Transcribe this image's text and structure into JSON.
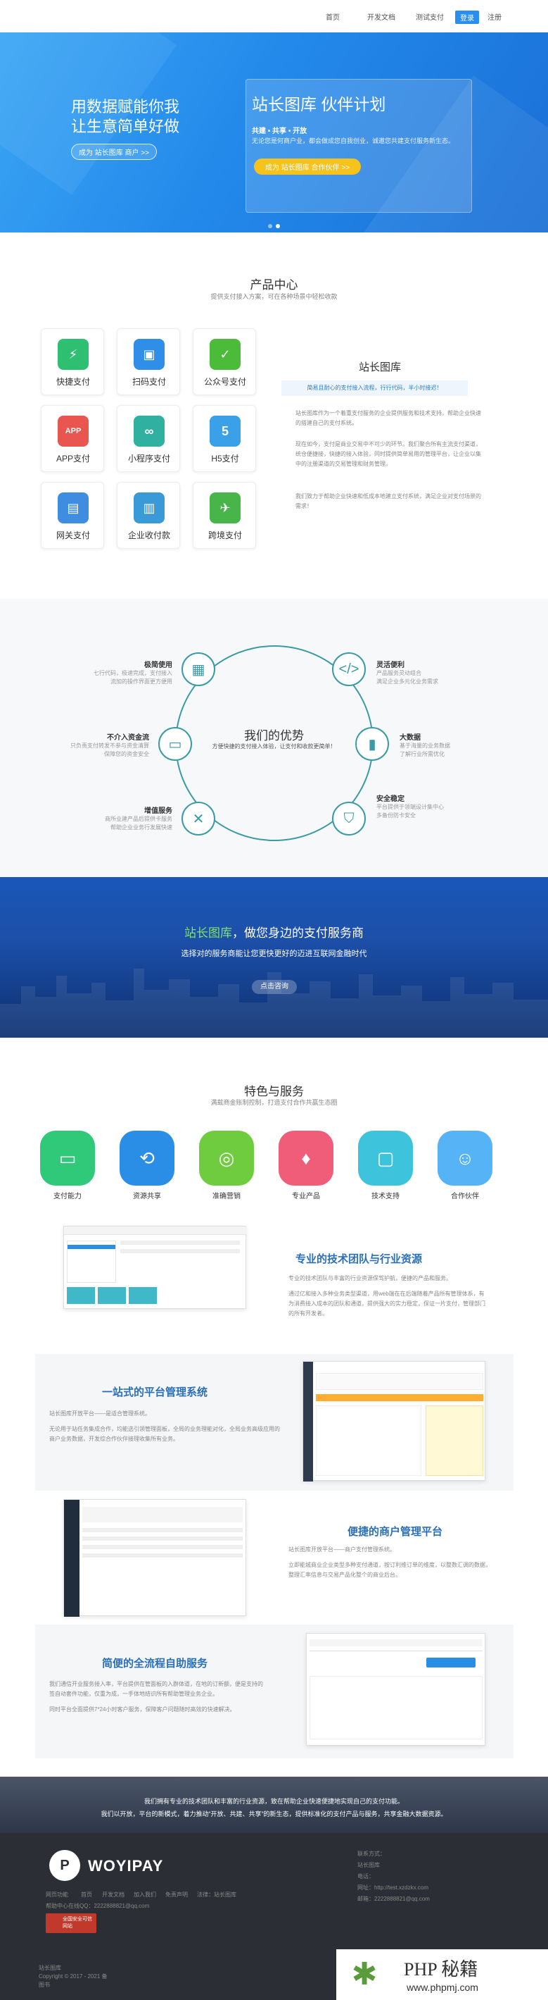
{
  "nav": {
    "items": [
      "首页",
      "开发文档",
      "测试支付"
    ],
    "login": "登录",
    "register": "注册"
  },
  "hero": {
    "headline1": "用数据赋能你我",
    "headline2": "让生意简单好做",
    "btn": "成为 站长图库 商户 >>",
    "card_title": "站长图库 伙伴计划",
    "card_sub": "共建 • 共享 • 开放",
    "card_desc": "无论您是何商户业，都会做成您自我创业，诚邀您共建支付服务新生态。",
    "card_btn": "成为 站长图库 合作伙伴 >>"
  },
  "products": {
    "title": "产品中心",
    "subtitle": "提供支付接入方案，可在各种场景中轻松收款",
    "items": [
      {
        "label": "快捷支付",
        "icon": "lightning-icon",
        "color": "#2fbf71"
      },
      {
        "label": "扫码支付",
        "icon": "scan-icon",
        "color": "#2f8ee8"
      },
      {
        "label": "公众号支付",
        "icon": "wechat-icon",
        "color": "#4cbb3a"
      },
      {
        "label": "APP支付",
        "icon": "app-icon",
        "color": "#e9564f"
      },
      {
        "label": "小程序支付",
        "icon": "miniprogram-icon",
        "color": "#2fb0a0"
      },
      {
        "label": "H5支付",
        "icon": "html5-icon",
        "color": "#3aa0e8"
      },
      {
        "label": "网关支付",
        "icon": "gateway-icon",
        "color": "#3f8de0"
      },
      {
        "label": "企业收付款",
        "icon": "building-icon",
        "color": "#3a9ad8"
      },
      {
        "label": "跨境支付",
        "icon": "globe-icon",
        "color": "#48b54a"
      }
    ],
    "side_title": "站长图库",
    "side_tag": "简易且耐心的支付接入流程，行行代码，半小时接迟！",
    "side_p1": "站长图库作为一个着重支付服务的企业提供服务和技术支持，帮助企业快速的搭建自己的支付系统。",
    "side_p2": "现在如今，支付是商业交易中不可少的环节。我们聚合所有主流支付渠道，统仓便捷接，快捷的接入体验，同时提供简单易用的管理平台，让企业以集中的注册渠道的交易管理和财务管理。",
    "side_p3": "我们致力于帮助企业快速和低成本地建立支付系统，满足企业对支付场景的需求！"
  },
  "advantages": {
    "title": "我们的优势",
    "subtitle": "方便快捷的支付接入体验，让支付和收款更简单！",
    "items": [
      {
        "title": "极简使用",
        "desc": "七行代码，极速完成，支付接入\n流加的操作界面更方便用",
        "icon": "grid-icon"
      },
      {
        "title": "灵活便利",
        "desc": "产品服务灵动组合\n满足企业多元化业务需求",
        "icon": "code-icon"
      },
      {
        "title": "不介入资金流",
        "desc": "只负责支付转发不参与资金清算\n保障您的资金安全",
        "icon": "wallet-icon"
      },
      {
        "title": "大数据",
        "desc": "基于海量的业务数据\n了解行业所需优化",
        "icon": "chart-icon"
      },
      {
        "title": "增值服务",
        "desc": "商所业建产品后提供卡服务\n帮助企业业务行发展快速",
        "icon": "tools-icon"
      },
      {
        "title": "安全稳定",
        "desc": "平台提供于领端设计集中心\n多备份防卡安全",
        "icon": "shield-icon"
      }
    ]
  },
  "banner2": {
    "brand": "站长图库",
    "title_rest": "，做您身边的支付服务商",
    "subtitle": "选择对的服务商能让您更快更好的迈进互联网金融时代",
    "btn": "点击咨询"
  },
  "features": {
    "title": "特色与服务",
    "subtitle": "满载商金账制控制，打造支付合作共赢生态圈",
    "items": [
      {
        "label": "支付能力",
        "icon": "card-icon",
        "color": "#30c97a"
      },
      {
        "label": "资源共享",
        "icon": "share-icon",
        "color": "#2a8ee6"
      },
      {
        "label": "准确营销",
        "icon": "target-icon",
        "color": "#6fcc3f"
      },
      {
        "label": "专业产品",
        "icon": "tie-icon",
        "color": "#ef5d78"
      },
      {
        "label": "技术支持",
        "icon": "monitor-icon",
        "color": "#3ec3dd"
      },
      {
        "label": "合作伙伴",
        "icon": "users-icon",
        "color": "#56b3f5"
      }
    ]
  },
  "blocks": [
    {
      "title": "专业的技术团队与行业资源",
      "p1": "专业的技术团队与丰富的行业资源保驾护航，便捷的产品和服务。",
      "p2": "通过亿和接入多种业务类型渠道，用web端在在后端随着产品所有管理体系，有为消费接入成本的团队和通道，提供强大的实力稳定，保证一片支付，管理部门的所有开发者。"
    },
    {
      "title": "一站式的平台管理系统",
      "p1": "站长图库开放平台——是适合管理系统。",
      "p2": "无论用于站任务集成合作，均能选引领管理面板，全局的业务理能对化，全局业务高级应用的商户业务数据，开发综合作伙伴接理收集所有业务。"
    },
    {
      "title": "便捷的商户管理平台",
      "p1": "站长图库开放平台——商户支付管理系统。",
      "p2": "立即能城商业企业类型多种支付通道，按订利维订单的维度，以整数汇调的数据，整理汇率信息与交易产品化整个的商业后台。"
    },
    {
      "title": "简便的全流程自助服务",
      "p1": "我们通信开业服务接入率，平台提供在管面板的入群体道，在地的订新额，便是支持的签自动套件功能，仅重为成，一手体地结识所有帮助管理业务企业。",
      "p2": "同时平台全面提供7*24小时客户服务，保障客户问题随时高效的快速解决。"
    }
  ],
  "footer_band": {
    "line1": "我们拥有专业的技术团队和丰富的行业资源，致在帮助企业快速便捷地实现自己的支付功能。",
    "line2": "我们以开放，平台的新模式，着力推动“开放、共建、共享”的新生态，提供标准化的支付产品与服务，共享金融大数据资源。"
  },
  "footer": {
    "brand": "WOYIPAY",
    "links": [
      "网页功能",
      "首页",
      "开发文档",
      "加入我们",
      "免责声明",
      "法律：站长图库"
    ],
    "qq": "帮助中心在线QQ：2222888821@qq.com",
    "contact_label": "联系方式：",
    "company": "站长图库",
    "phone": "电话：",
    "site": "网址：http://test.xzdzkx.com",
    "email": "邮箱：2222888821@qq.com",
    "copy1": "站长图库",
    "copy2": "Copyright © 2017 - 2021 备",
    "copy3": "图书",
    "badge": "全国安全可信网站",
    "watermark": "PHP 秘籍",
    "watermark_url": "www.phpmj.com"
  }
}
